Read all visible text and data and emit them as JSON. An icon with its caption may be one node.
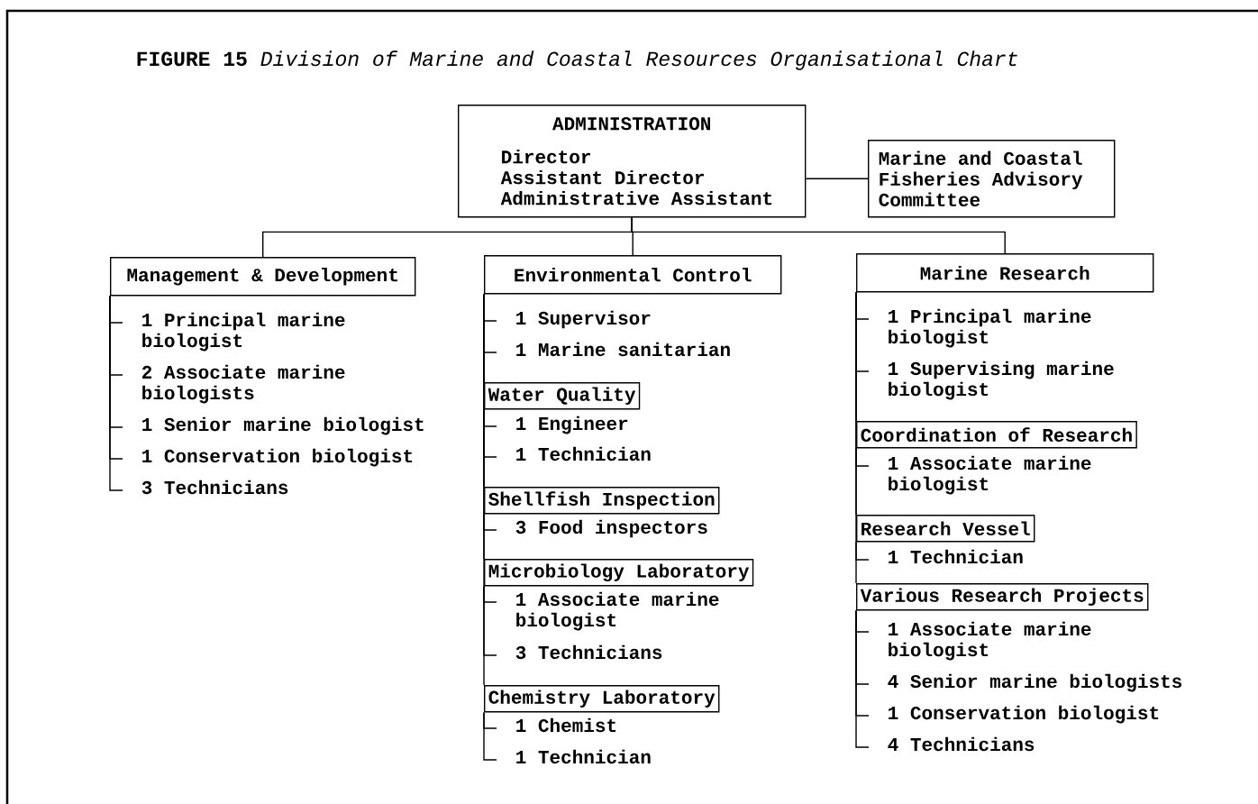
{
  "diagram": {
    "title": "**FIGURE 15** *Division of Marine and Coastal Resources Organisational Chart*",
    "nodes": [
      {
        "text": [
          "ADMINISTRATION",
          "Director",
          "Assistant Director",
          "Administrative Assistant"
        ]
      },
      {
        "text": [
          "Marine and Coastal Fisheries Advisory Committee"
        ]
      },
      {
        "text": [
          "Management & Development"
        ]
      },
      {
        "text": [
          "1 Principal marine biologist"
        ]
      },
      {
        "text": [
          "2 Associate marine biologists"
        ]
      },
      {
        "text": [
          "1 Senior marine biologist"
        ]
      },
      {
        "text": [
          "1 Conservation biologist"
        ]
      },
      {
        "text": [
          "3 Technicians"
        ]
      },
      {
        "text": [
          "Environmental Control"
        ]
      },
      {
        "text": [
          "1 Supervisor"
        ]
      },
      {
        "text": [
          "1 Marine sanitarian"
        ]
      },
      {
        "text": [
          "Water Quality"
        ]
      },
      {
        "text": [
          "1 Engineer"
        ]
      },
      {
        "text": [
          "1 Technician"
        ]
      },
      {
        "text": [
          "Shellfish Inspection"
        ]
      },
      {
        "text": [
          "3 Food inspectors"
        ]
      },
      {
        "text": [
          "Microbiology Laboratory"
        ]
      },
      {
        "text": [
          "1 Associate marine biologist"
        ]
      },
      {
        "text": [
          "3 Technicians"
        ]
      },
      {
        "text": [
          "Chemistry Laboratory"
        ]
      },
      {
        "text": [
          "1 Chemist"
        ]
      },
      {
        "text": [
          "1 Technician"
        ]
      },
      {
        "text": [
          "Marine Research"
        ]
      },
      {
        "text": [
          "1 Principal marine biologist"
        ]
      },
      {
        "text": [
          "1 Supervising marine biologist"
        ]
      },
      {
        "text": [
          "Coordination of Research"
        ]
      },
      {
        "text": [
          "1 Associate marine biologist"
        ]
      },
      {
        "text": [
          "Research Vessel"
        ]
      },
      {
        "text": [
          "1 Technician"
        ]
      },
      {
        "text": [
          "Various Research Projects"
        ]
      },
      {
        "text": [
          "1 Associate marine biologist"
        ]
      },
      {
        "text": [
          "4 Senior marine biologists"
        ]
      },
      {
        "text": [
          "1 Conservation biologist"
        ]
      },
      {
        "text": [
          "4 Technicians"
        ]
      }
    ],
    "edges": [
      {
        "from": 0,
        "to": 1,
        "arrow": "none"
      },
      {
        "from": 0,
        "to": 2,
        "arrow": "none"
      },
      {
        "from": 0,
        "to": 8,
        "arrow": "none"
      },
      {
        "from": 0,
        "to": 22,
        "arrow": "none"
      },
      {
        "from": 2,
        "to": 3,
        "arrow": "none"
      },
      {
        "from": 2,
        "to": 4,
        "arrow": "none"
      },
      {
        "from": 2,
        "to": 5,
        "arrow": "none"
      },
      {
        "from": 2,
        "to": 6,
        "arrow": "none"
      },
      {
        "from": 2,
        "to": 7,
        "arrow": "none"
      },
      {
        "from": 8,
        "to": 9,
        "arrow": "none"
      },
      {
        "from": 8,
        "to": 10,
        "arrow": "none"
      },
      {
        "from": 8,
        "to": 11,
        "arrow": "none"
      },
      {
        "from": 11,
        "to": 12,
        "arrow": "none"
      },
      {
        "from": 11,
        "to": 13,
        "arrow": "none"
      },
      {
        "from": 8,
        "to": 14,
        "arrow": "none"
      },
      {
        "from": 14,
        "to": 15,
        "arrow": "none"
      },
      {
        "from": 8,
        "to": 16,
        "arrow": "none"
      },
      {
        "from": 16,
        "to": 17,
        "arrow": "none"
      },
      {
        "from": 16,
        "to": 18,
        "arrow": "none"
      },
      {
        "from": 8,
        "to": 19,
        "arrow": "none"
      },
      {
        "from": 19,
        "to": 20,
        "arrow": "none"
      },
      {
        "from": 19,
        "to": 21,
        "arrow": "none"
      },
      {
        "from": 22,
        "to": 23,
        "arrow": "none"
      },
      {
        "from": 22,
        "to": 24,
        "arrow": "none"
      },
      {
        "from": 22,
        "to": 25,
        "arrow": "none"
      },
      {
        "from": 25,
        "to": 26,
        "arrow": "none"
      },
      {
        "from": 22,
        "to": 27,
        "arrow": "none"
      },
      {
        "from": 27,
        "to": 28,
        "arrow": "none"
      },
      {
        "from": 22,
        "to": 29,
        "arrow": "none"
      },
      {
        "from": 29,
        "to": 30,
        "arrow": "none"
      },
      {
        "from": 29,
        "to": 31,
        "arrow": "none"
      },
      {
        "from": 29,
        "to": 32,
        "arrow": "none"
      },
      {
        "from": 29,
        "to": 33,
        "arrow": "none"
      }
    ]
  }
}
